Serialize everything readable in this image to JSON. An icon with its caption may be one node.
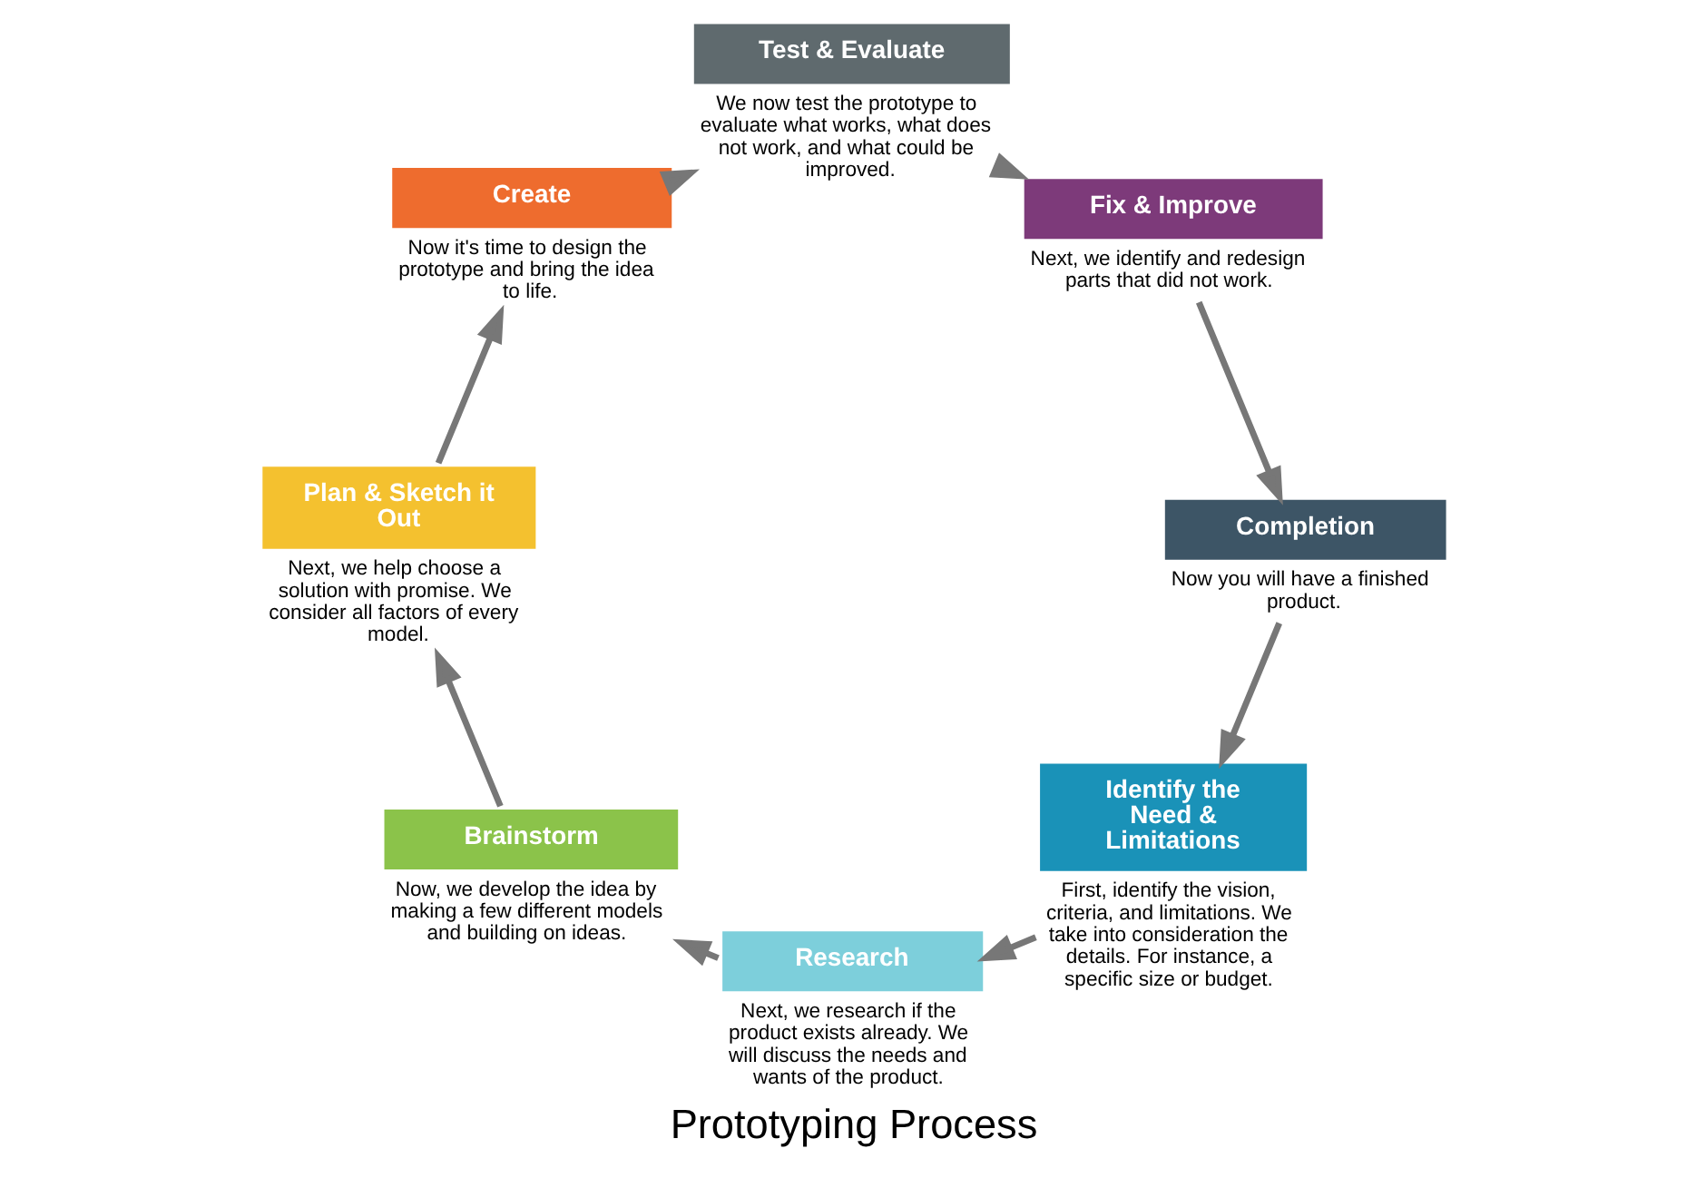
{
  "diagram": {
    "title": "Prototyping Process",
    "nodes": [
      {
        "text": [
          "Identify the Need & Limitations"
        ],
        "beside": [
          "First, identify the vision, criteria, and limitations. We take into consideration the details. For instance, a specific size or budget."
        ]
      },
      {
        "text": [
          "Research"
        ],
        "beside": [
          "Next, we research if the product exists already. We will discuss the needs and wants of the product."
        ]
      },
      {
        "text": [
          "Brainstorm"
        ],
        "beside": [
          "Now, we develop the idea by making a few different models and building on ideas."
        ]
      },
      {
        "text": [
          "Plan & Sketch it Out"
        ],
        "beside": [
          "Next, we help choose a solution with promise. We consider all factors of every model."
        ]
      },
      {
        "text": [
          "Create"
        ],
        "beside": [
          "Now it's time to design the prototype and bring the idea to life."
        ]
      },
      {
        "text": [
          "Test & Evaluate"
        ],
        "beside": [
          "We now test the prototype to evaluate what works, what does not work, and what could be improved."
        ]
      },
      {
        "text": [
          "Fix & Improve"
        ],
        "beside": [
          "Next, we identify and redesign parts that did not work."
        ]
      },
      {
        "text": [
          "Completion"
        ],
        "beside": [
          "Now you will have a finished product."
        ]
      }
    ],
    "edges": [
      {
        "from": 0,
        "to": 1,
        "arrow": "to"
      },
      {
        "from": 1,
        "to": 2,
        "arrow": "to"
      },
      {
        "from": 2,
        "to": 3,
        "arrow": "to"
      },
      {
        "from": 3,
        "to": 4,
        "arrow": "to"
      },
      {
        "from": 4,
        "to": 5,
        "arrow": "to"
      },
      {
        "from": 5,
        "to": 6,
        "arrow": "to"
      },
      {
        "from": 6,
        "to": 7,
        "arrow": "to"
      },
      {
        "from": 7,
        "to": 0,
        "arrow": "to"
      }
    ]
  }
}
